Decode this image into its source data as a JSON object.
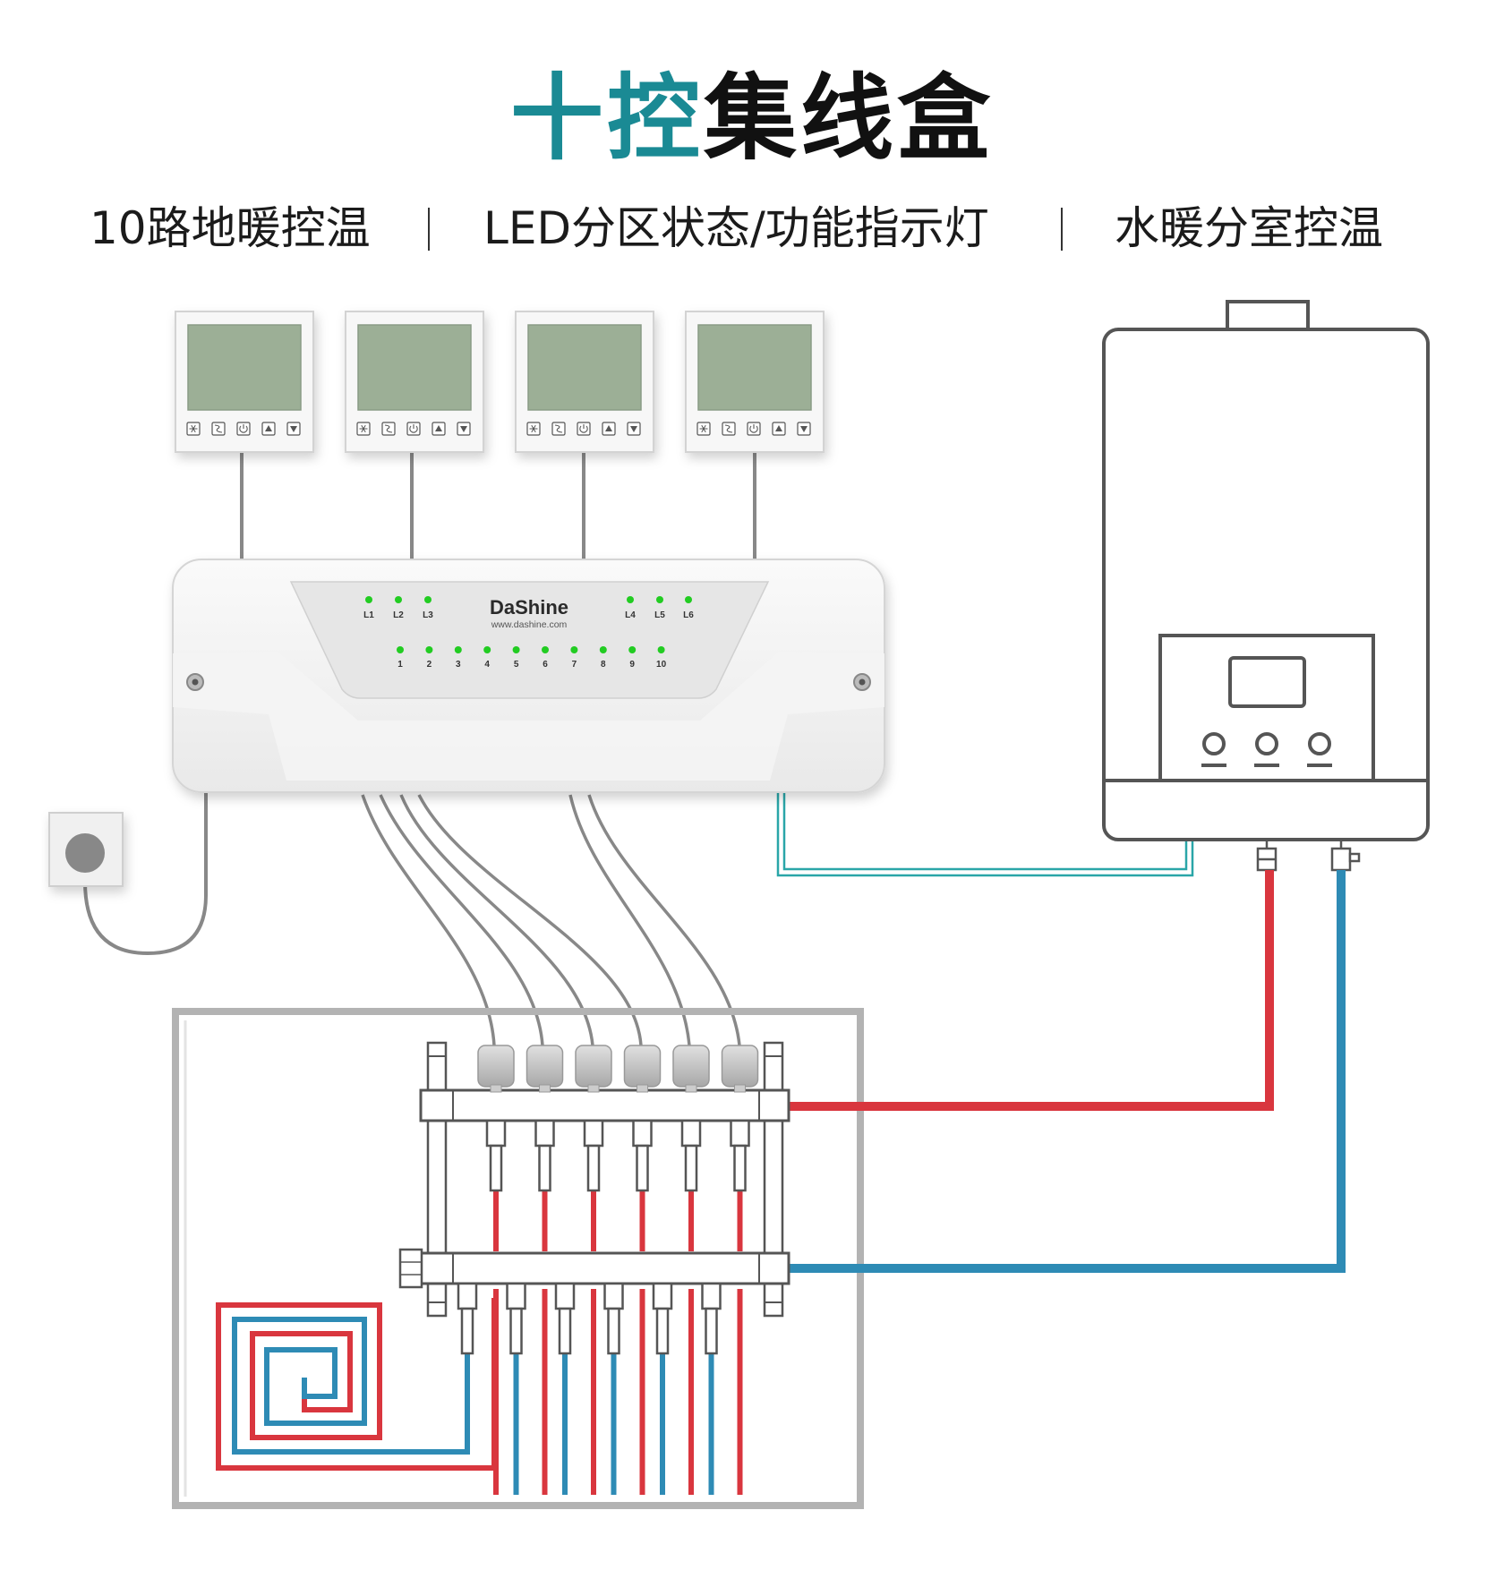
{
  "header": {
    "title_accent": "十控",
    "title_main": "集线盒"
  },
  "features": [
    "10路地暖控温",
    "LED分区状态/功能指示灯",
    "水暖分室控温"
  ],
  "hub": {
    "brand": "DaShine",
    "url": "www.dashine.com",
    "zone_leds": [
      "L1",
      "L2",
      "L3",
      "L4",
      "L5",
      "L6"
    ],
    "channel_leds": [
      "1",
      "2",
      "3",
      "4",
      "5",
      "6",
      "7",
      "8",
      "9",
      "10"
    ]
  },
  "thermostat_count": 4,
  "manifold_loop_count": 6,
  "colors": {
    "accent": "#1a8a94",
    "supply_pipe": "#d9363e",
    "return_pipe": "#2e8bb5",
    "control_wire": "#2aa6a8",
    "cable": "#888888",
    "led": "#22cc22",
    "lcd": "#9caf96"
  },
  "icons": [
    "snowflake-icon",
    "fan-icon",
    "power-icon",
    "up-arrow-icon",
    "down-arrow-icon"
  ]
}
